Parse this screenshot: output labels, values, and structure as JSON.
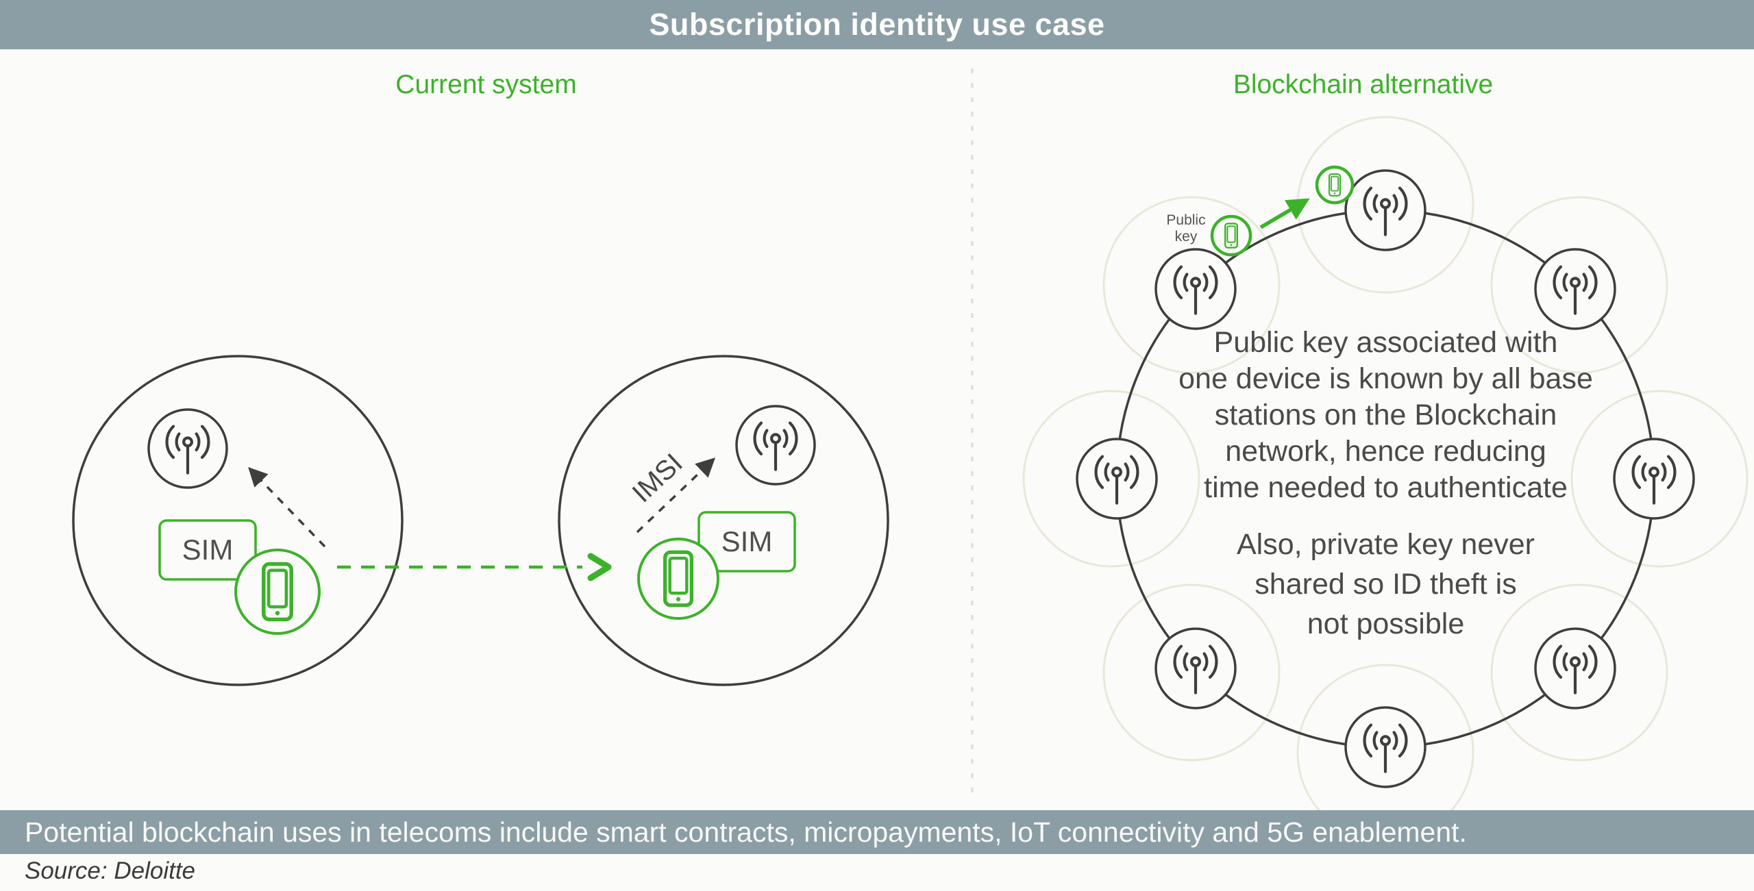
{
  "header": {
    "title": "Subscription identity use case"
  },
  "sections": {
    "left": {
      "title": "Current system",
      "sim_label_1": "SIM",
      "sim_label_2": "SIM",
      "imsi_label": "IMSI"
    },
    "right": {
      "title": "Blockchain alternative",
      "public_key_label": "Public\nkey",
      "benefit_1": "Public key associated with\none device is known by all base\nstations on the Blockchain\nnetwork, hence reducing\ntime needed to authenticate",
      "benefit_2": "Also, private key never\nshared so ID theft is\nnot possible"
    }
  },
  "footer": {
    "note": "Potential blockchain uses in telecoms include smart contracts, micropayments, IoT connectivity and 5G enablement.",
    "source": "Source: Deloitte"
  },
  "colors": {
    "slate_bar": "#8B9EA5",
    "accent_green": "#3CB22A",
    "dark_stroke": "#3E3E3E",
    "faint_circle": "#EAE6DA",
    "divider": "#DCDCD3",
    "background": "#FBFBF9"
  }
}
